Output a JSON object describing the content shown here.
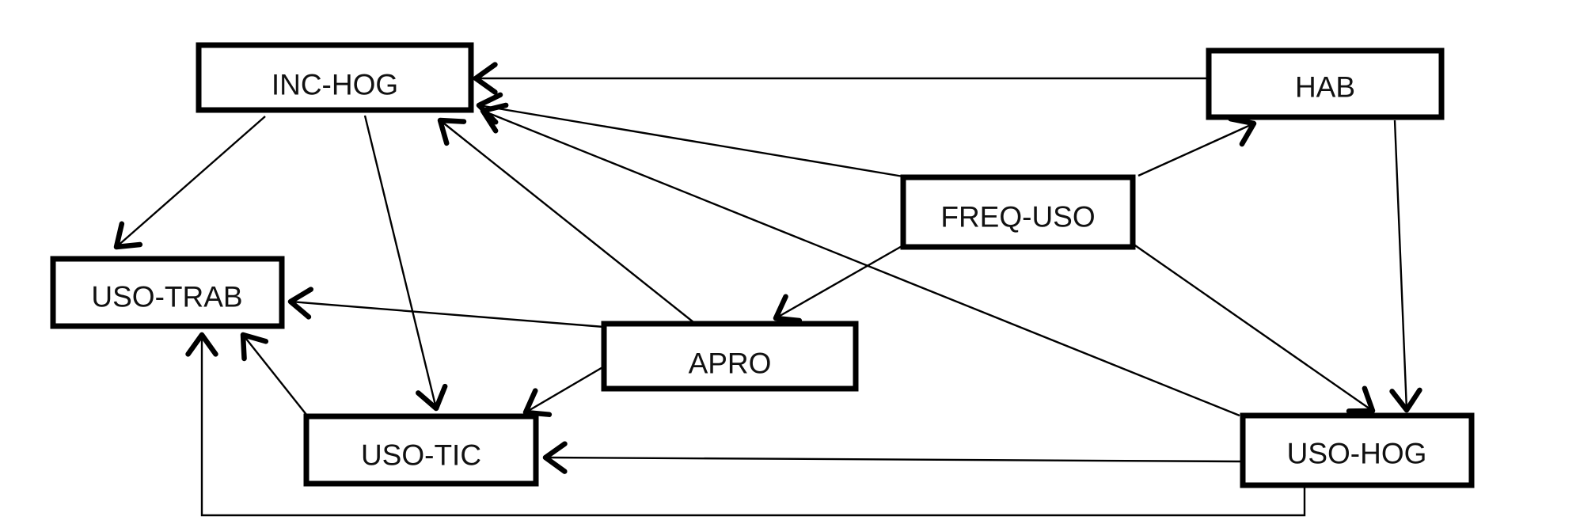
{
  "diagram": {
    "nodes": [
      {
        "id": "inc_hog",
        "label": "INC-HOG"
      },
      {
        "id": "hab",
        "label": "HAB"
      },
      {
        "id": "freq_uso",
        "label": "FREQ-USO"
      },
      {
        "id": "uso_trab",
        "label": "USO-TRAB"
      },
      {
        "id": "apro",
        "label": "APRO"
      },
      {
        "id": "uso_tic",
        "label": "USO-TIC"
      },
      {
        "id": "uso_hog",
        "label": "USO-HOG"
      }
    ],
    "edges": [
      {
        "from": "hab",
        "to": "inc_hog"
      },
      {
        "from": "freq_uso",
        "to": "inc_hog"
      },
      {
        "from": "apro",
        "to": "inc_hog"
      },
      {
        "from": "uso_hog",
        "to": "inc_hog"
      },
      {
        "from": "freq_uso",
        "to": "hab"
      },
      {
        "from": "inc_hog",
        "to": "uso_trab"
      },
      {
        "from": "inc_hog",
        "to": "uso_tic"
      },
      {
        "from": "freq_uso",
        "to": "apro"
      },
      {
        "from": "freq_uso",
        "to": "uso_hog"
      },
      {
        "from": "hab",
        "to": "uso_hog"
      },
      {
        "from": "apro",
        "to": "uso_trab"
      },
      {
        "from": "apro",
        "to": "uso_tic"
      },
      {
        "from": "uso_tic",
        "to": "uso_trab"
      },
      {
        "from": "uso_hog",
        "to": "uso_tic"
      },
      {
        "from": "uso_hog",
        "to": "uso_trab"
      }
    ]
  }
}
